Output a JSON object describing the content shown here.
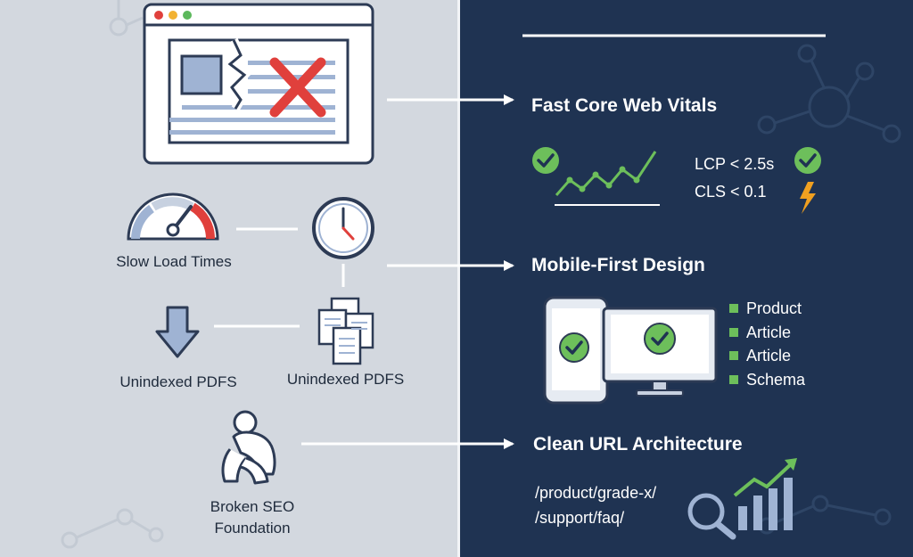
{
  "problems": {
    "slow_load": "Slow Load Times",
    "unindexed_left": "Unindexed PDFS",
    "unindexed_mid": "Unindexed PDFS",
    "broken_seo_line1": "Broken SEO",
    "broken_seo_line2": "Foundation"
  },
  "solutions": {
    "web_vitals": {
      "heading": "Fast Core Web Vitals",
      "lcp": "LCP < 2.5s",
      "cls": "CLS < 0.1"
    },
    "mobile_first": {
      "heading": "Mobile-First Design",
      "schema_items": [
        "Product",
        "Article",
        "Article",
        "Schema"
      ]
    },
    "clean_url": {
      "heading": "Clean URL Architecture",
      "urls": [
        "/product/grade-x/",
        "/support/faq/"
      ]
    }
  },
  "colors": {
    "left_bg": "#d3d8df",
    "right_bg": "#1f3352",
    "accent_green": "#6dbf5b",
    "error_red": "#e0403c",
    "bolt_orange": "#f0a020",
    "icon_blue": "#9fb3d3",
    "outline": "#2d3b55"
  }
}
